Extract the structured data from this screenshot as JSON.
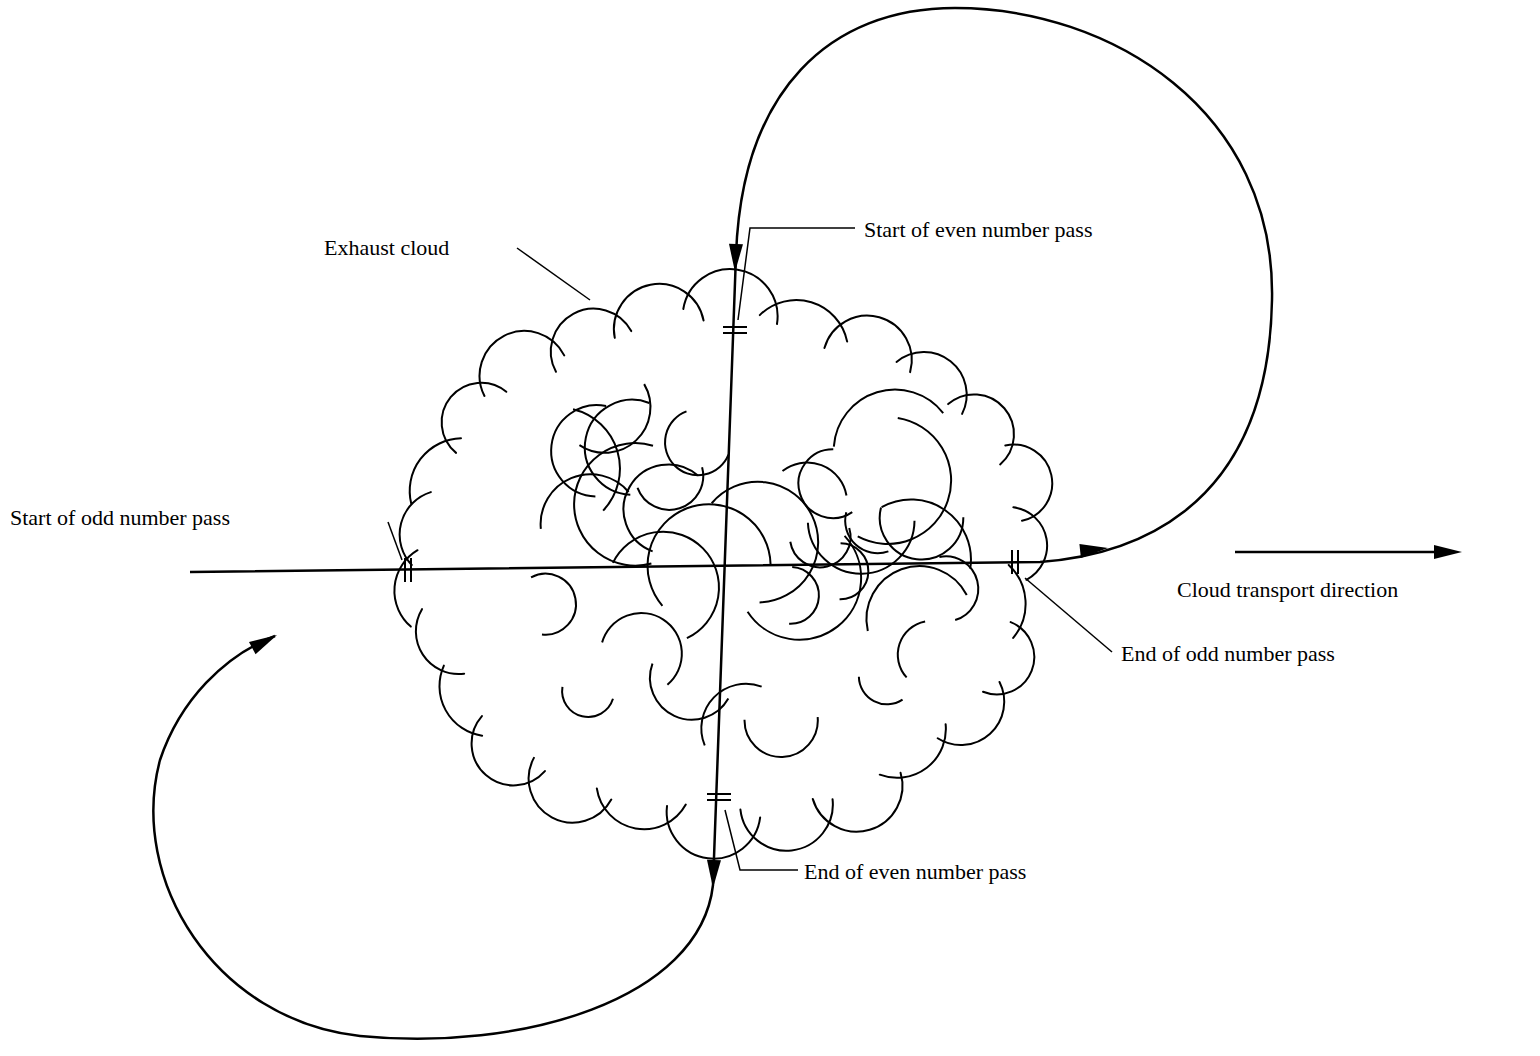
{
  "diagram": {
    "labels": [
      "Exhaust cloud",
      "Start of even number pass",
      "Start of odd number pass",
      "End of odd number pass",
      "End of even number pass",
      "Cloud transport direction"
    ]
  }
}
